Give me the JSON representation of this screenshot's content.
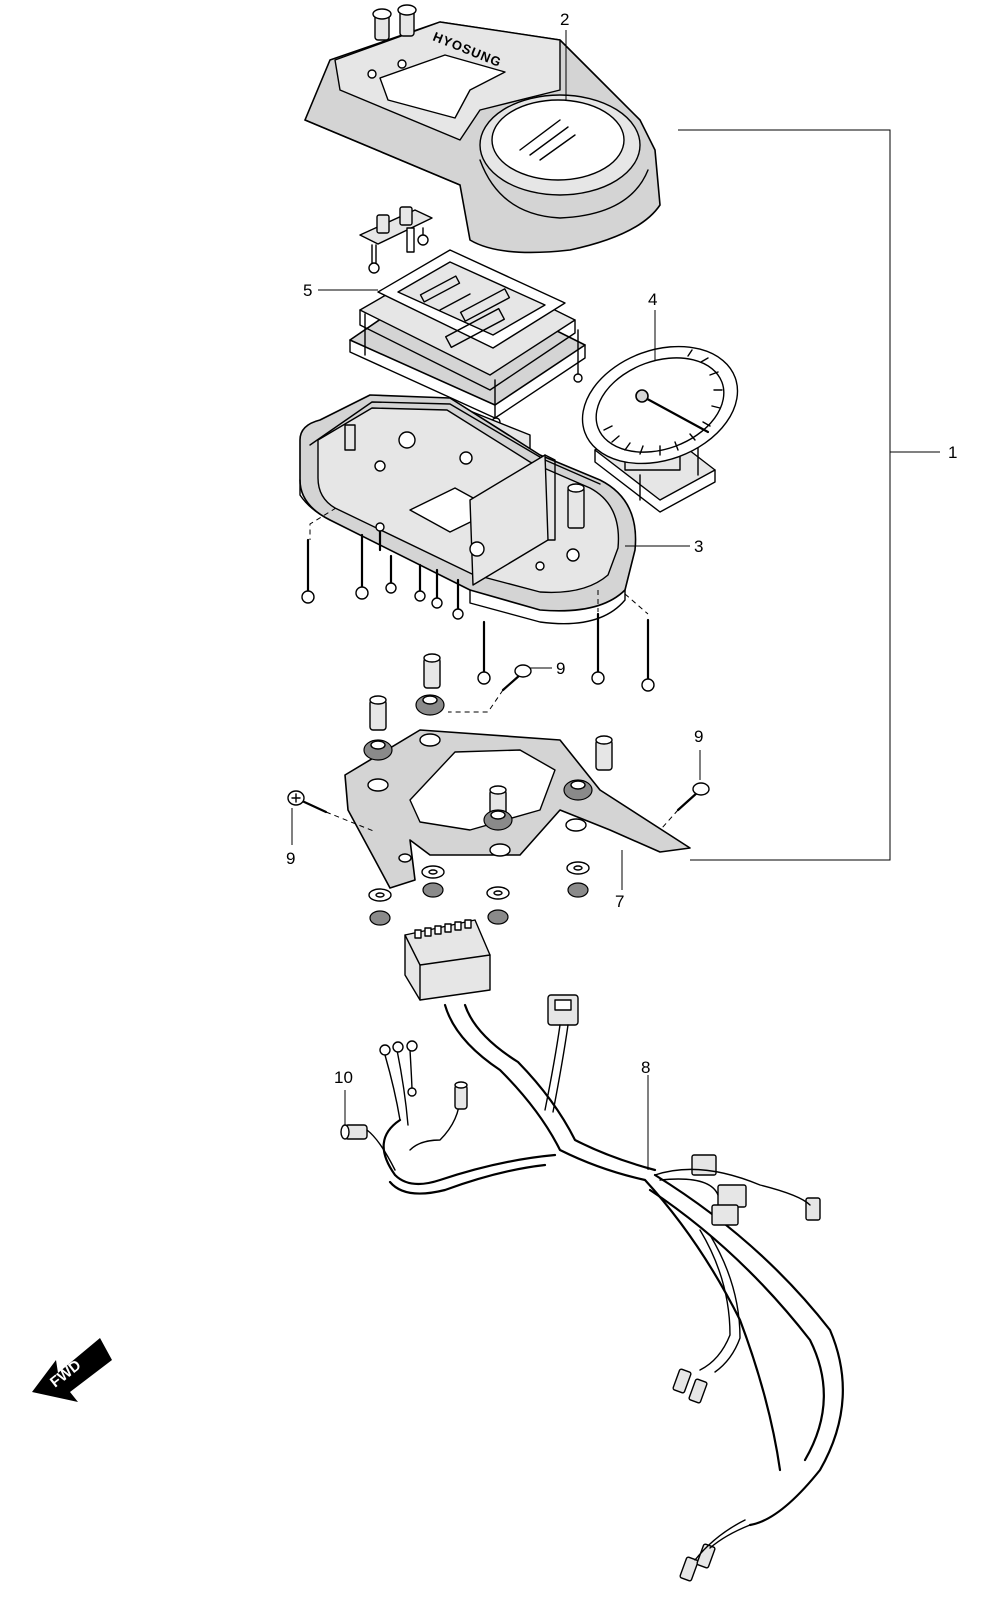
{
  "callouts": [
    {
      "label": "1"
    },
    {
      "label": "2"
    },
    {
      "label": "3"
    },
    {
      "label": "4"
    },
    {
      "label": "5"
    },
    {
      "label": "7"
    },
    {
      "label": "8"
    },
    {
      "label": "9"
    },
    {
      "label": "9"
    },
    {
      "label": "9"
    },
    {
      "label": "10"
    }
  ],
  "fwd_label": "FWD",
  "brand_text": "HYOSUNG"
}
